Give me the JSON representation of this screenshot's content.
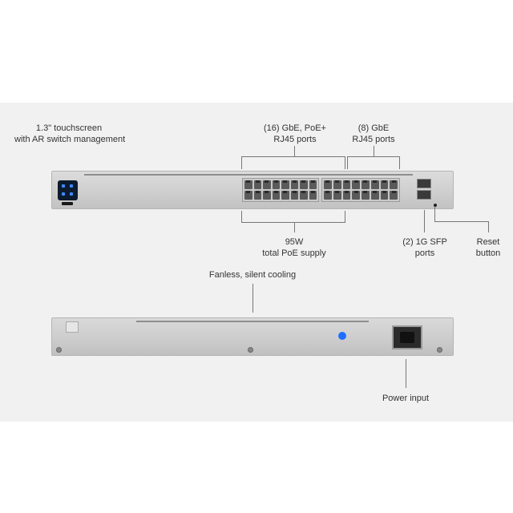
{
  "labels": {
    "touchscreen": [
      "1.3\" touchscreen",
      "with AR switch management"
    ],
    "poe_ports": [
      "(16) GbE, PoE+",
      "RJ45 ports"
    ],
    "gbe_ports": [
      "(8) GbE",
      "RJ45 ports"
    ],
    "poe_supply": [
      "95W",
      "total PoE supply"
    ],
    "sfp_ports": [
      "(2) 1G SFP",
      "ports"
    ],
    "reset": [
      "Reset",
      "button"
    ],
    "fanless": "Fanless, silent cooling",
    "power": "Power input"
  },
  "colors": {
    "background": "#ffffff",
    "panel": "#f1f1f1",
    "chassis": "#cfcfcf",
    "screen": "#0d1b2e",
    "accent": "#1e6fff"
  }
}
